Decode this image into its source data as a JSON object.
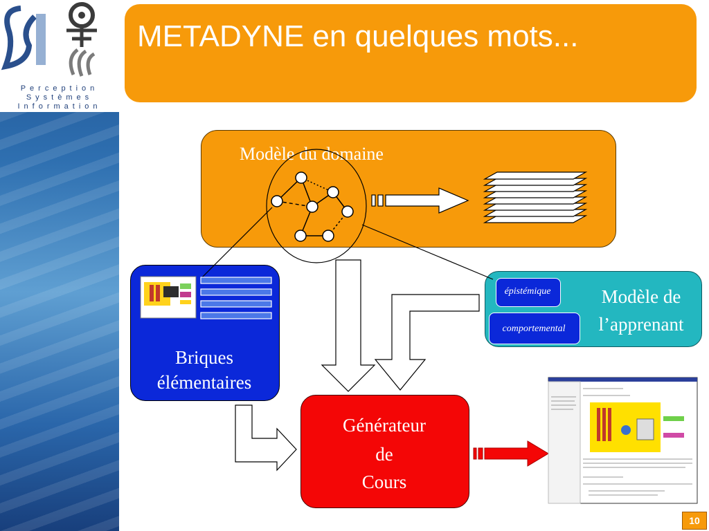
{
  "logo": {
    "line1": "Perception",
    "line2": "Systèmes",
    "line3": "Information"
  },
  "title": "METADYNE en quelques mots...",
  "boxes": {
    "domain": "Modèle du domaine",
    "briques_line1": "Briques",
    "briques_line2": "élémentaires",
    "apprenant_line1": "Modèle de",
    "apprenant_line2": "l’apprenant",
    "epistemique": "épistémique",
    "comportemental": "comportemental",
    "gen_line1": "Générateur",
    "gen_line2": "de",
    "gen_line3": "Cours"
  },
  "page_number": "10",
  "colors": {
    "orange": "#f79a0a",
    "blue": "#0b28d9",
    "teal": "#23b7c0",
    "red": "#f40606"
  }
}
